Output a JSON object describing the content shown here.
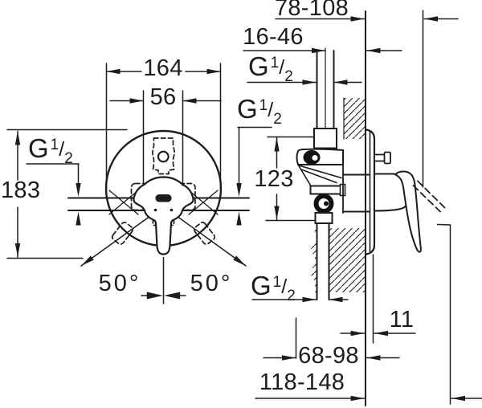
{
  "front_view": {
    "escutcheon_width": "164",
    "inner_width": "56",
    "overall_height": "183",
    "swivel_angle_left": "50°",
    "swivel_angle_right": "50°"
  },
  "side_view": {
    "installation_depth": "78-108",
    "pipe_to_wall_depth": "16-46",
    "port_distance_vertical": "123",
    "escutcheon_clearance": "11",
    "body_depth": "68-98",
    "lever_depth": "118-148"
  },
  "thread_label": {
    "letter": "G",
    "numerator": "1",
    "fraction_slash": "/",
    "denominator": "2"
  },
  "colors": {
    "line": "#1d1d1d",
    "background": "#ffffff"
  }
}
